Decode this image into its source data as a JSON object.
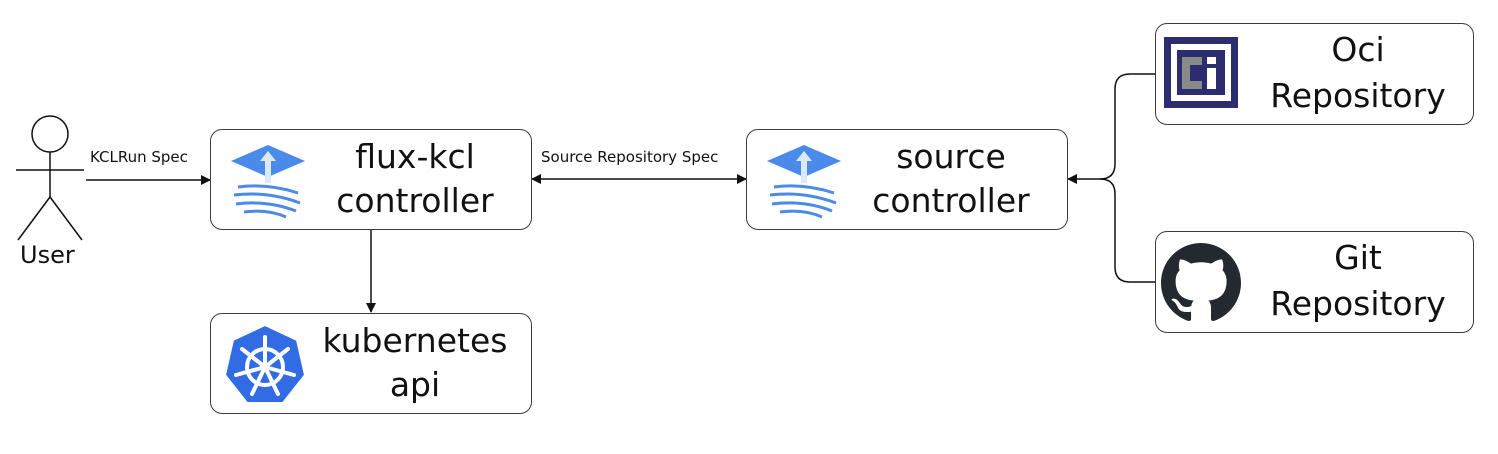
{
  "actor": {
    "label": "User"
  },
  "nodes": {
    "flux_kcl": {
      "line1": "flux-kcl",
      "line2": "controller",
      "icon": "flux-icon"
    },
    "source": {
      "line1": "source",
      "line2": "controller",
      "icon": "flux-icon"
    },
    "kubernetes": {
      "line1": "kubernetes",
      "line2": "api",
      "icon": "kubernetes-helm-icon"
    },
    "oci": {
      "line1": "Oci",
      "line2": "Repository",
      "icon": "oci-icon"
    },
    "git": {
      "line1": "Git",
      "line2": "Repository",
      "icon": "github-icon"
    }
  },
  "edges": {
    "user_to_flux": "KCLRun Spec",
    "flux_source": "Source Repository Spec"
  },
  "colors": {
    "flux_blue": "#4a8ae8",
    "kubernetes_blue": "#326ce5",
    "oci_navy": "#2b2d6e",
    "github_dark": "#24292f"
  }
}
